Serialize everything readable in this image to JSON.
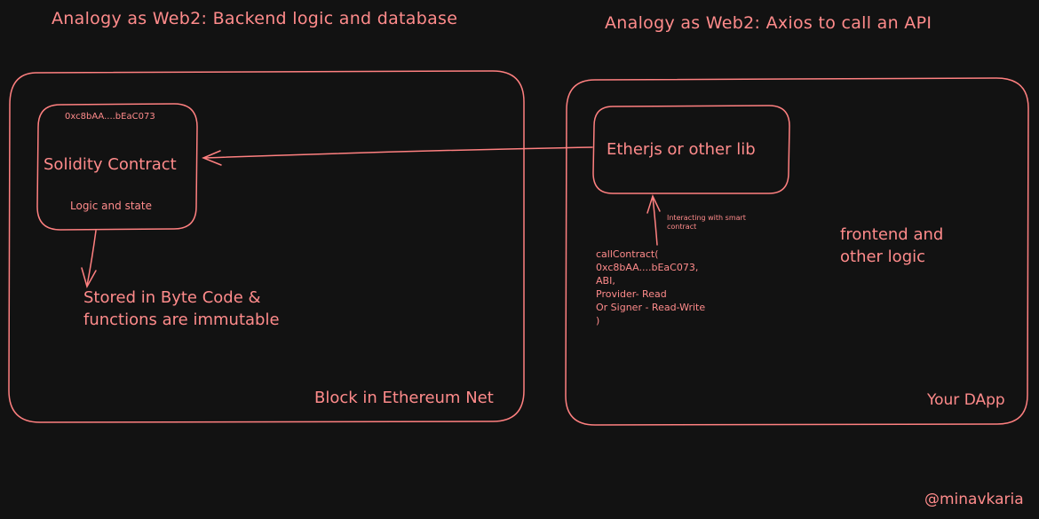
{
  "headings": {
    "left": "Analogy as Web2:  Backend logic and database",
    "right": "Analogy as Web2: Axios to call an API"
  },
  "block": {
    "label": "Block in Ethereum Net",
    "contract": {
      "address": "0xc8bAA....bEaC073",
      "title": "Solidity Contract",
      "subtitle": "Logic and state"
    },
    "note_lines": [
      "Stored in Byte Code &",
      "functions are immutable"
    ]
  },
  "dapp": {
    "label": "Your DApp",
    "lib": "Etherjs or other lib",
    "interact_note_lines": [
      "Interacting with smart",
      "contract"
    ],
    "code_lines": [
      "callContract(",
      "0xc8bAA....bEaC073,",
      "ABI,",
      "Provider- Read",
      "Or Signer - Read-Write",
      ")"
    ],
    "frontend_lines": [
      "frontend and",
      "other logic"
    ]
  },
  "credit": "@minavkaria",
  "colors": {
    "stroke": "#ff8080",
    "text": "#ff8b8b",
    "background": "#121212"
  }
}
